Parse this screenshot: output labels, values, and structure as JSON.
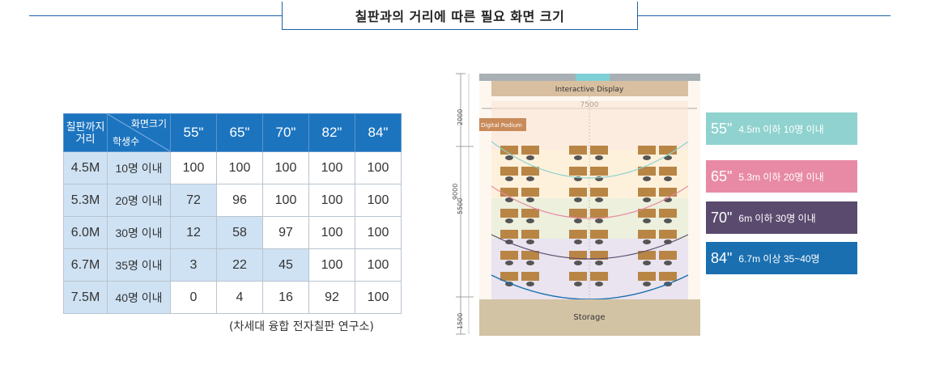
{
  "title": "칠판과의 거리에 따른 필요 화면 크기",
  "table": {
    "header_distance": "칠판까지 거리",
    "header_screen": "화면크기",
    "header_students": "학생수",
    "sizes": [
      "55\"",
      "65\"",
      "70\"",
      "82\"",
      "84\""
    ],
    "rows": [
      {
        "distance": "4.5M",
        "students": "10명 이내",
        "values": [
          "100",
          "100",
          "100",
          "100",
          "100"
        ],
        "shaded_count": 0
      },
      {
        "distance": "5.3M",
        "students": "20명 이내",
        "values": [
          "72",
          "96",
          "100",
          "100",
          "100"
        ],
        "shaded_count": 1
      },
      {
        "distance": "6.0M",
        "students": "30명 이내",
        "values": [
          "12",
          "58",
          "97",
          "100",
          "100"
        ],
        "shaded_count": 2
      },
      {
        "distance": "6.7M",
        "students": "35명 이내",
        "values": [
          "3",
          "22",
          "45",
          "100",
          "100"
        ],
        "shaded_count": 3
      },
      {
        "distance": "7.5M",
        "students": "40명 이내",
        "values": [
          "0",
          "4",
          "16",
          "92",
          "100"
        ],
        "shaded_count": 0
      }
    ]
  },
  "source": "(차세대 융합 전자칠판 연구소)",
  "diagram": {
    "display_label": "Interactive Display",
    "width_label": "7500",
    "podium_label": "Digital Podium",
    "storage_label": "Storage",
    "total_label": "9000",
    "front_label": "2000",
    "middle_label": "5500",
    "back_label": "1500"
  },
  "legend": [
    {
      "size": "55\"",
      "label": "4.5m 이하 10명 이내",
      "color": "#8fd2cf"
    },
    {
      "size": "65\"",
      "label": "5.3m 이하 20명 이내",
      "color": "#e88aa5"
    },
    {
      "size": "70\"",
      "label": "6m 이하 30명 이내",
      "color": "#5a4a6e"
    },
    {
      "size": "84\"",
      "label": "6.7m 이상 35~40명",
      "color": "#1a6fb0"
    }
  ]
}
